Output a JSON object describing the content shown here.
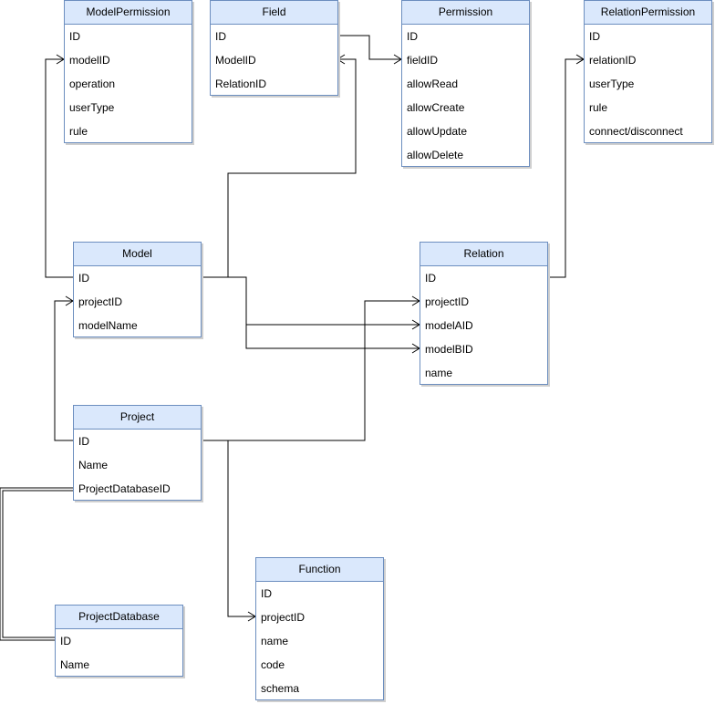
{
  "entities": {
    "model_permission": {
      "name": "ModelPermission",
      "fields": [
        "ID",
        "modelID",
        "operation",
        "userType",
        "rule"
      ]
    },
    "field": {
      "name": "Field",
      "fields": [
        "ID",
        "ModelID",
        "RelationID"
      ]
    },
    "permission": {
      "name": "Permission",
      "fields": [
        "ID",
        "fieldID",
        "allowRead",
        "allowCreate",
        "allowUpdate",
        "allowDelete"
      ]
    },
    "relation_permission": {
      "name": "RelationPermission",
      "fields": [
        "ID",
        "relationID",
        "userType",
        "rule",
        "connect/disconnect"
      ]
    },
    "model": {
      "name": "Model",
      "fields": [
        "ID",
        "projectID",
        "modelName"
      ]
    },
    "relation": {
      "name": "Relation",
      "fields": [
        "ID",
        "projectID",
        "modelAID",
        "modelBID",
        "name"
      ]
    },
    "project": {
      "name": "Project",
      "fields": [
        "ID",
        "Name",
        "ProjectDatabaseID"
      ]
    },
    "function": {
      "name": "Function",
      "fields": [
        "ID",
        "projectID",
        "name",
        "code",
        "schema"
      ]
    },
    "project_database": {
      "name": "ProjectDatabase",
      "fields": [
        "ID",
        "Name"
      ]
    }
  },
  "relationships": [
    {
      "from": "model.ID",
      "to": "model_permission.modelID",
      "cardinality": "one-to-many"
    },
    {
      "from": "model.ID",
      "to": "field.ModelID",
      "cardinality": "one-to-many"
    },
    {
      "from": "field.ID",
      "to": "permission.fieldID",
      "cardinality": "one-to-many"
    },
    {
      "from": "relation.ID",
      "to": "relation_permission.relationID",
      "cardinality": "one-to-many"
    },
    {
      "from": "model.ID",
      "to": "relation.modelAID",
      "cardinality": "one-to-many"
    },
    {
      "from": "model.ID",
      "to": "relation.modelBID",
      "cardinality": "one-to-many"
    },
    {
      "from": "project.ID",
      "to": "model.projectID",
      "cardinality": "one-to-many"
    },
    {
      "from": "project.ID",
      "to": "relation.projectID",
      "cardinality": "one-to-many"
    },
    {
      "from": "project.ID",
      "to": "function.projectID",
      "cardinality": "one-to-many"
    },
    {
      "from": "project.ProjectDatabaseID",
      "to": "project_database.ID",
      "cardinality": "one-to-one"
    }
  ],
  "colors": {
    "header_fill": "#dae8fc",
    "border": "#6c8ebf",
    "edge": "#000000"
  }
}
